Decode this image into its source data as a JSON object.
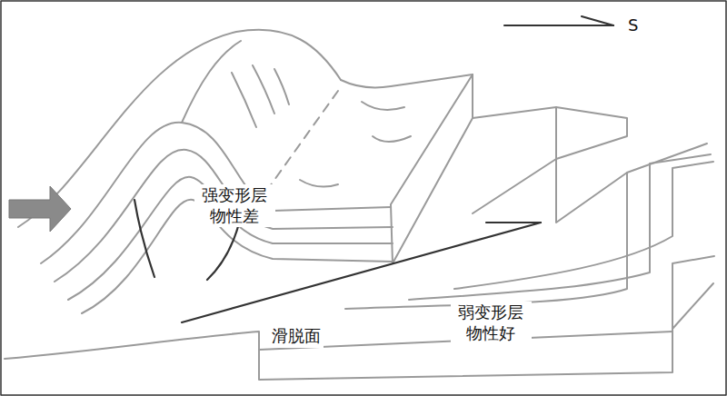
{
  "diagram": {
    "labels": [
      "S",
      "强变形层 物性差",
      "滑脱面",
      "弱变形层 物性好"
    ]
  }
}
